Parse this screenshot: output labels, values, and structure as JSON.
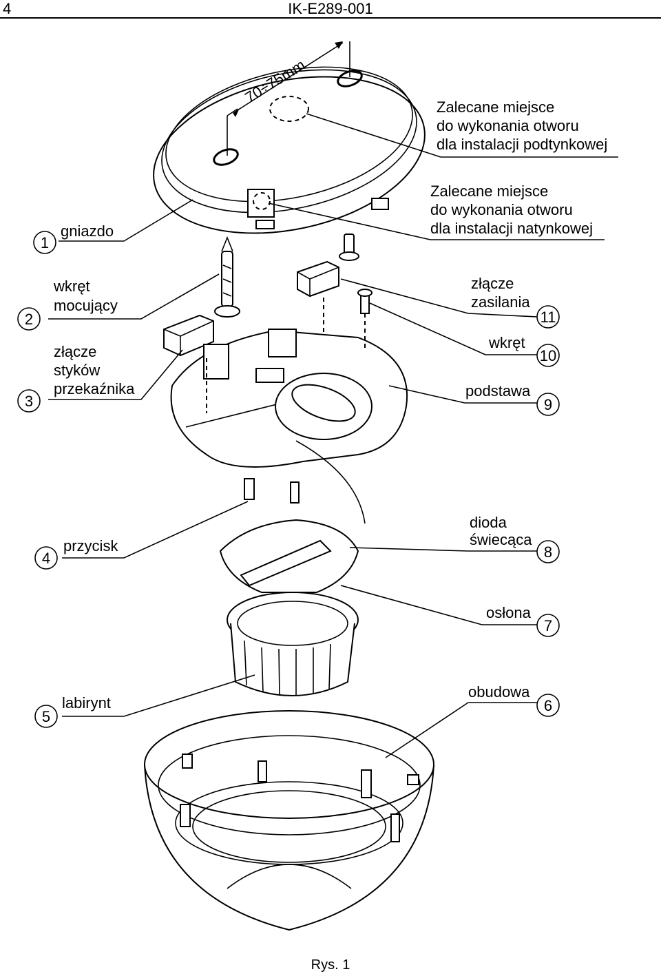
{
  "header": {
    "page_number": "4",
    "doc_code": "IK-E289-001"
  },
  "dimension": "70÷75mm",
  "notes": {
    "flush": [
      "Zalecane miejsce",
      "do wykonania otworu",
      "dla instalacji podtynkowej"
    ],
    "surface": [
      "Zalecane miejsce",
      "do wykonania otworu",
      "dla instalacji natynkowej"
    ]
  },
  "parts": [
    {
      "number": "1",
      "label": [
        "gniazdo"
      ]
    },
    {
      "number": "2",
      "label": [
        "wkręt",
        "mocujący"
      ]
    },
    {
      "number": "3",
      "label": [
        "złącze",
        "styków",
        "przekaźnika"
      ]
    },
    {
      "number": "4",
      "label": [
        "przycisk"
      ]
    },
    {
      "number": "5",
      "label": [
        "labirynt"
      ]
    },
    {
      "number": "6",
      "label": [
        "obudowa"
      ]
    },
    {
      "number": "7",
      "label": [
        "osłona"
      ]
    },
    {
      "number": "8",
      "label": [
        "dioda",
        "świecąca"
      ]
    },
    {
      "number": "9",
      "label": [
        "podstawa"
      ]
    },
    {
      "number": "10",
      "label": [
        "wkręt"
      ]
    },
    {
      "number": "11",
      "label": [
        "złącze",
        "zasilania"
      ]
    }
  ],
  "caption": "Rys. 1"
}
